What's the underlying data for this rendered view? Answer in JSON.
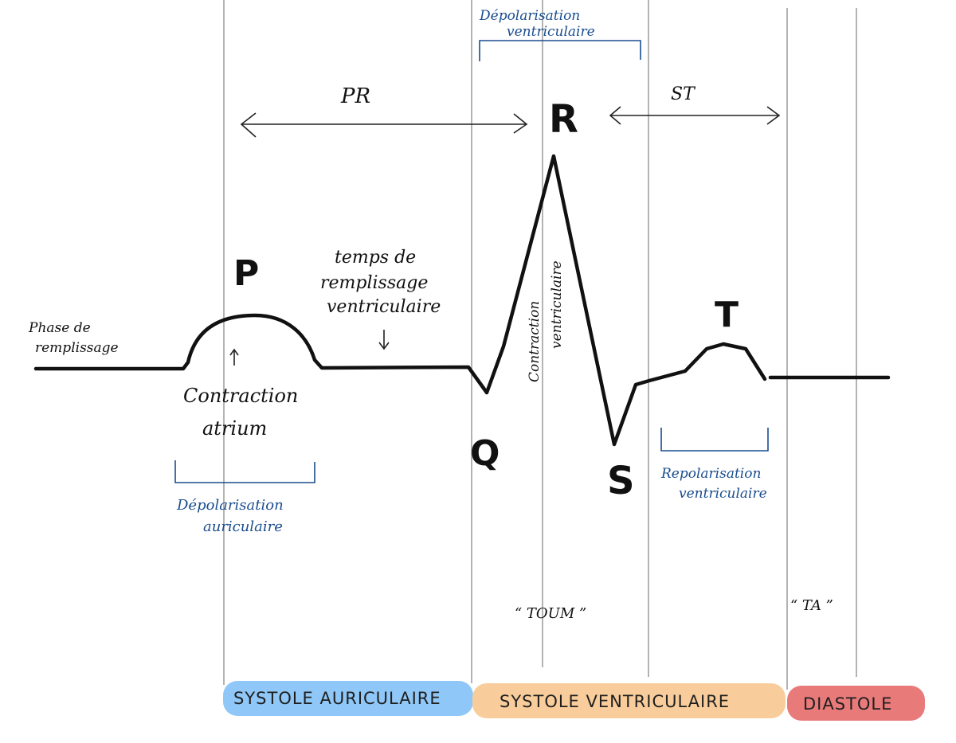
{
  "labels": {
    "phase_de_remplissage_1": "Phase de",
    "phase_de_remplissage_2": "remplissage",
    "p": "P",
    "q": "Q",
    "r": "R",
    "s": "S",
    "t": "T",
    "pr": "PR",
    "st": "ST",
    "temps_1": "temps de",
    "temps_2": "remplissage",
    "temps_3": "ventriculaire",
    "contraction_atrium_1": "Contraction",
    "contraction_atrium_2": "atrium",
    "contraction_ventriculaire_1": "Contraction",
    "contraction_ventriculaire_2": "ventriculaire",
    "depol_auric_1": "Dépolarisation",
    "depol_auric_2": "auriculaire",
    "depol_vent_1": "Dépolarisation",
    "depol_vent_2": "ventriculaire",
    "repol_vent_1": "Repolarisation",
    "repol_vent_2": "ventriculaire",
    "toum": "“ TOUM ”",
    "ta": "“ TA ”"
  },
  "phases": {
    "systole_auriculaire": "SYSTOLE AURICULAIRE",
    "systole_ventriculaire": "SYSTOLE VENTRICULAIRE",
    "diastole": "DIASTOLE"
  },
  "colors": {
    "systole_auriculaire": "#8fc8f8",
    "systole_ventriculaire": "#f9cd9b",
    "diastole": "#e87a7a",
    "annotation_blue": "#1a4d8f",
    "ecg_line": "#111111"
  }
}
